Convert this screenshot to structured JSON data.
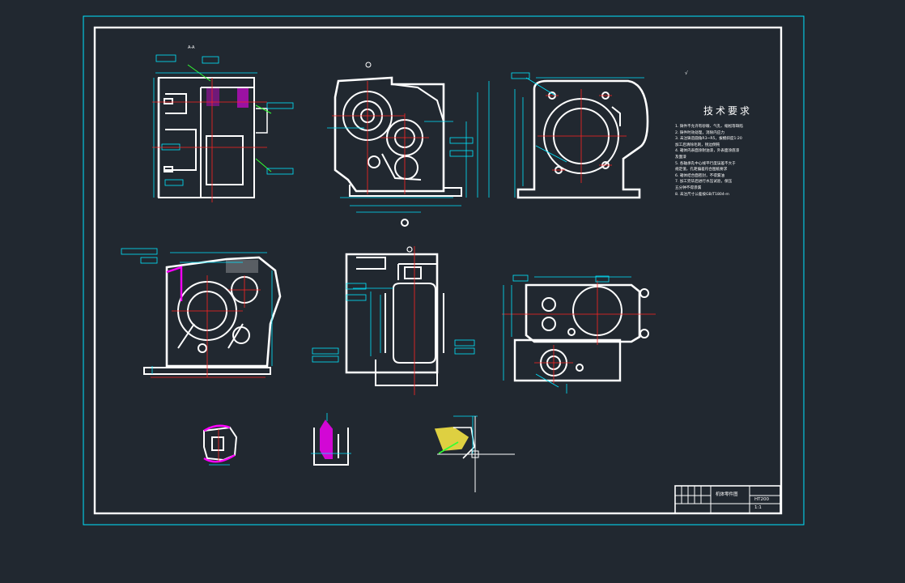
{
  "canvas": {
    "background": "#212830"
  },
  "colors": {
    "outline": "#ffffff",
    "dimension": "#00e5ff",
    "center": "#ff2222",
    "section_hatch": "#ff00ff",
    "leader": "#33ff33",
    "highlight": "#ffee44"
  },
  "tech_requirements": {
    "title": "技术要求",
    "items": [
      "1. 铸件不允许有砂眼、气孔、缩松等缺陷",
      "2. 铸件时效处理，消除内应力",
      "3. 未注铸造圆角R3~R5，拔模斜度1:20",
      "   加工后清除毛刺，锐边倒钝",
      "4. 箱体内表面涂耐油漆，外表面涂底漆",
      "   及面漆",
      "5. 各轴承孔中心线平行度误差不大于",
      "   规定值，孔距偏差符合图纸要求",
      "6. 箱体结合面密封，不得漏油",
      "7. 加工完毕后进行水压试验，保压",
      "   五分钟不得渗漏",
      "8. 未注尺寸公差按GB/T1804-m"
    ]
  },
  "title_block": {
    "drawing_name": "机体零件图",
    "material": "HT200",
    "scale": "1:1"
  },
  "views": [
    {
      "name": "section-view-a-a",
      "label": "A-A"
    },
    {
      "name": "front-view"
    },
    {
      "name": "side-view"
    },
    {
      "name": "section-view-b-b"
    },
    {
      "name": "top-view-center"
    },
    {
      "name": "right-view"
    },
    {
      "name": "detail-1"
    },
    {
      "name": "detail-2"
    },
    {
      "name": "detail-3"
    }
  ]
}
